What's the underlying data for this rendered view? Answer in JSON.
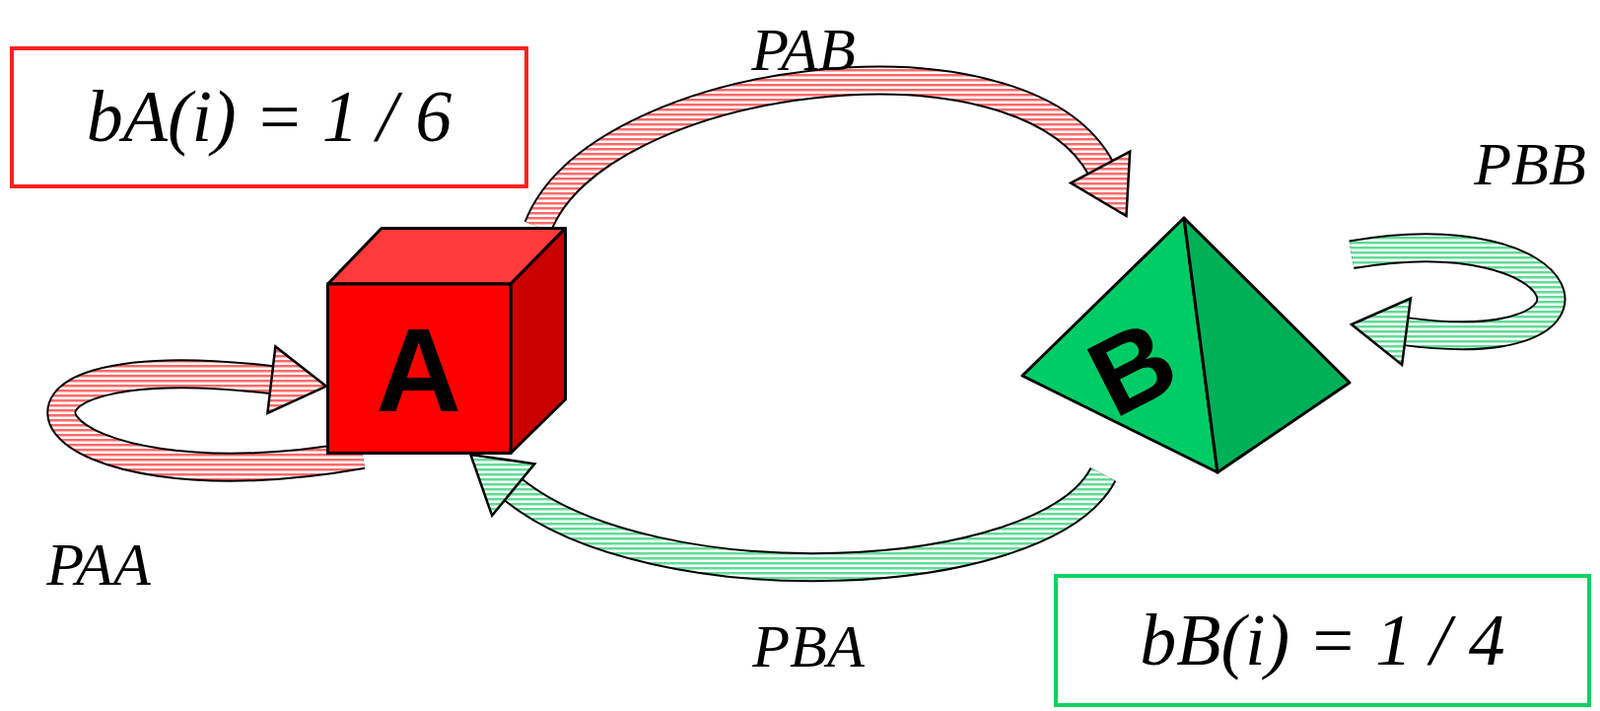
{
  "diagram": {
    "nodes": [
      {
        "text": [
          "bA(i) = 1 / 6"
        ]
      },
      {
        "text": [
          "A"
        ]
      },
      {
        "text": [
          "B"
        ]
      },
      {
        "text": [
          "bB(i) = 1 / 4"
        ]
      }
    ],
    "edges": [
      {
        "from": 1,
        "to": 2,
        "label": "PAB",
        "arrow": "to"
      },
      {
        "from": 2,
        "to": 2,
        "label": "PBB",
        "arrow": "to"
      },
      {
        "from": 1,
        "to": 1,
        "label": "PAA",
        "arrow": "to"
      },
      {
        "from": 2,
        "to": 1,
        "label": "PBA",
        "arrow": "to"
      }
    ]
  }
}
